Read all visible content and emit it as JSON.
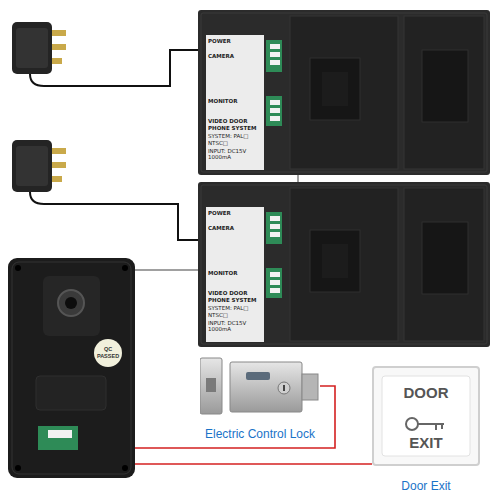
{
  "diagram": {
    "nodes": [
      {
        "text": [
          "VIDEO DOOR PHONE SYSTEM",
          "SYSTEM: PAL□ NTSC□",
          "INPUT: DC15V 1000mA"
        ]
      },
      {
        "text": [
          "VIDEO DOOR PHONE SYSTEM",
          "SYSTEM: PAL□ NTSC□",
          "INPUT: DC15V 1000mA"
        ]
      },
      {
        "text": [
          "QC PASSED"
        ]
      },
      {
        "text": [
          "Electric Control Lock"
        ]
      },
      {
        "text": [
          "DOOR",
          "EXIT",
          "Door Exit"
        ]
      }
    ],
    "edges": [
      {
        "from": 2,
        "to": 1,
        "arrow": "none"
      },
      {
        "from": 1,
        "to": 0,
        "arrow": "none"
      },
      {
        "from": 2,
        "to": 3,
        "arrow": "none"
      },
      {
        "from": 2,
        "to": 4,
        "arrow": "none"
      }
    ],
    "labels": [
      "POWER",
      "CAMERA",
      "MONITOR",
      "POWER",
      "CAMERA",
      "MONITOR"
    ]
  }
}
